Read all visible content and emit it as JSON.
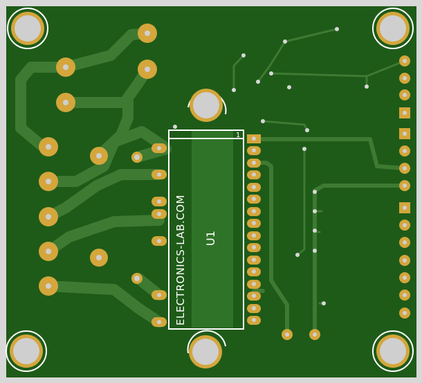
{
  "board": {
    "silk_text": "ELECTRONICS-LAB.COM",
    "ref_designator": "U1",
    "pin1_marker": "1"
  },
  "colors": {
    "frame": "#d8d8d8",
    "substrate": "#1e5b18",
    "trace": "#3e7a32",
    "pad_gold": "#d4a63c",
    "hole": "#cfcfcf",
    "silkscreen": "#ffffff"
  }
}
